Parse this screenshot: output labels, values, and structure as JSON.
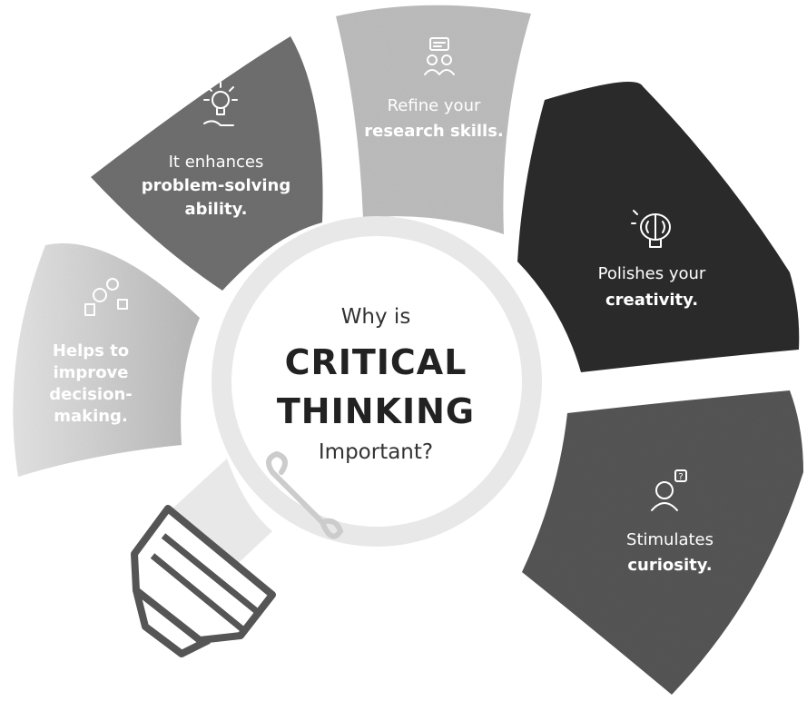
{
  "center": {
    "line1": "Why is",
    "line2": "CRITICAL",
    "line3": "THINKING",
    "line4": "Important?"
  },
  "segments": [
    {
      "id": "decision",
      "line1": "Helps to",
      "line2": "improve",
      "line3": "decision-",
      "line4": "making.",
      "color": "#c9c9c9",
      "icon": "gears-icon"
    },
    {
      "id": "problem",
      "line1": "It enhances",
      "line2": "problem-solving",
      "line3": "ability.",
      "color": "#6f6f6f",
      "icon": "lightbulb-hand-icon"
    },
    {
      "id": "research",
      "line1": "Refine your",
      "line2": "research skills.",
      "color": "#bdbdbd",
      "icon": "discussion-icon"
    },
    {
      "id": "creativity",
      "line1": "Polishes your",
      "line2": "creativity.",
      "color": "#2c2c2c",
      "icon": "brain-icon"
    },
    {
      "id": "curiosity",
      "line1": "Stimulates",
      "line2": "curiosity.",
      "color": "#555555",
      "icon": "question-person-icon"
    }
  ],
  "colors": {
    "bulb_outline": "#e2e2e2",
    "base_stripes": "#555555"
  }
}
